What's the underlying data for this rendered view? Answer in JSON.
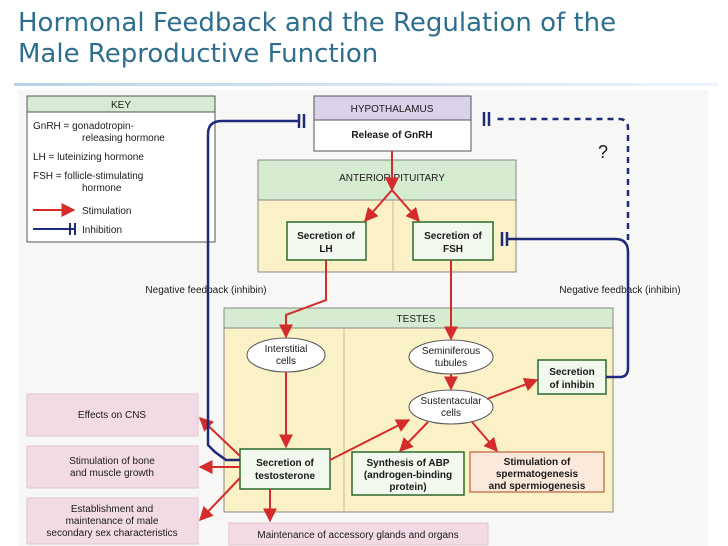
{
  "slide": {
    "title_line1": "Hormonal Feedback and the Regulation of the",
    "title_line2": "Male Reproductive Function"
  },
  "key": {
    "heading": "KEY",
    "gnrh_line1": "GnRH = gonadotropin-",
    "gnrh_line2": "releasing hormone",
    "lh": "LH = luteinizing hormone",
    "fsh_line1": "FSH = follicle-stimulating",
    "fsh_line2": "hormone",
    "stimulation": "Stimulation",
    "inhibition": "Inhibition"
  },
  "hypothalamus": {
    "heading": "HYPOTHALAMUS",
    "release": "Release of GnRH",
    "unknown": "?"
  },
  "pituitary": {
    "heading": "ANTERIOR PITUITARY",
    "lh_line1": "Secretion of",
    "lh_line2": "LH",
    "fsh_line1": "Secretion of",
    "fsh_line2": "FSH"
  },
  "feedback": {
    "left": "Negative feedback (inhibin)",
    "right": "Negative feedback (inhibin)"
  },
  "testes": {
    "heading": "TESTES",
    "interstitial_line1": "Interstitial",
    "interstitial_line2": "cells",
    "seminiferous_line1": "Seminiferous",
    "seminiferous_line2": "tubules",
    "sustentacular_line1": "Sustentacular",
    "sustentacular_line2": "cells",
    "inhibin_line1": "Secretion",
    "inhibin_line2": "of inhibin",
    "testosterone_line1": "Secretion of",
    "testosterone_line2": "testosterone",
    "abp_line1": "Synthesis of ABP",
    "abp_line2": "(androgen-binding",
    "abp_line3": "protein)",
    "sperm_line1": "Stimulation of",
    "sperm_line2": "spermatogenesis",
    "sperm_line3": "and spermiogenesis"
  },
  "effects": {
    "cns": "Effects on CNS",
    "bone_line1": "Stimulation of bone",
    "bone_line2": "and muscle growth",
    "sex_line1": "Establishment and",
    "sex_line2": "maintenance of male",
    "sex_line3": "secondary sex characteristics",
    "accessory": "Maintenance of accessory glands and organs"
  },
  "colors": {
    "title": "#2e6e8e",
    "stimulation": "#d42b2b",
    "inhibition": "#1e2a7a",
    "green_band": "#d6ecd0",
    "yellow_zone": "#fbf1c6",
    "effect_pink": "#f3dbe6",
    "hypothalamus_purple": "#d9d2ea"
  }
}
